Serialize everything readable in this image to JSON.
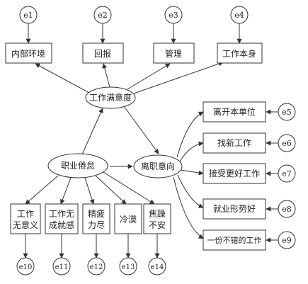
{
  "errors": {
    "e1": "e1",
    "e2": "e2",
    "e3": "e3",
    "e4": "e4",
    "e5": "e5",
    "e6": "e6",
    "e7": "e7",
    "e8": "e8",
    "e9": "e9",
    "e10": "e10",
    "e11": "e11",
    "e12": "e12",
    "e13": "e13",
    "e14": "e14"
  },
  "latent": {
    "satisfaction": "工作满意度",
    "burnout": "职业倦怠",
    "turnover": "离职意向"
  },
  "satisfaction_indicators": {
    "environment": "内部环境",
    "reward": "回报",
    "management": "管理",
    "work_itself": "工作本身"
  },
  "turnover_indicators": {
    "leave_unit": "离开本单位",
    "find_job": "找新工作",
    "better_job": "接受更好工作",
    "employment": "就业形势好",
    "good_job": "一份不错的工作"
  },
  "burnout_indicators": {
    "meaningless": [
      "工作",
      "无意义"
    ],
    "no_achievement": [
      "工作无",
      "成就感"
    ],
    "exhausted": [
      "精疲",
      "力尽"
    ],
    "indifferent": [
      "冷漠"
    ],
    "irritable": [
      "焦躁",
      "不安"
    ]
  }
}
